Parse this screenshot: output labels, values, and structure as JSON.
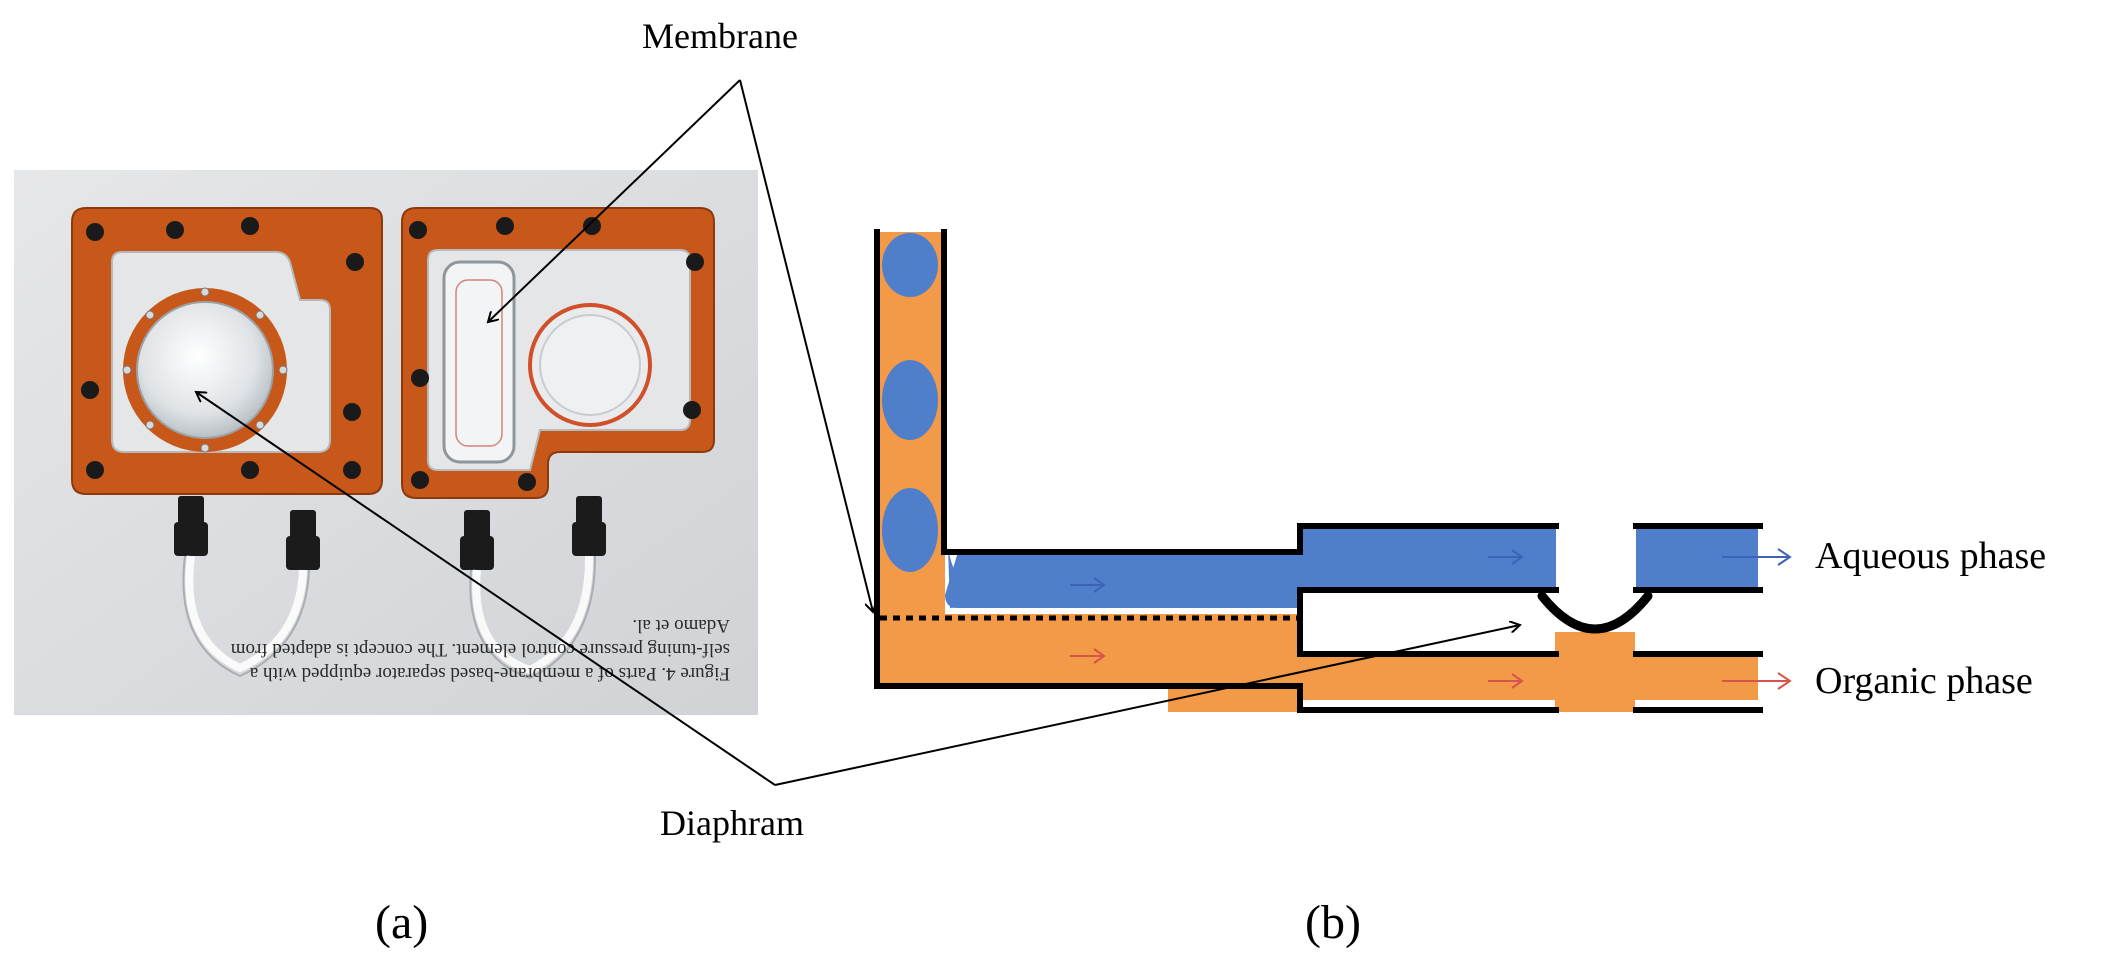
{
  "labels": {
    "membrane": "Membrane",
    "diaphragm": "Diaphram",
    "panel_a": "(a)",
    "panel_b": "(b)",
    "aqueous_phase": "Aqueous phase",
    "organic_phase": "Organic phase"
  },
  "photo": {
    "visible_text_lines": [
      "Figure 4. Parts of a membrane-based separator equipped with a",
      "self-tuning pressure control element. The concept is adapted from",
      "Adamo et al."
    ]
  },
  "colors": {
    "aqueous": "#4f7fcb",
    "organic": "#f39a48",
    "frame_orange": "#c8581a",
    "outline": "#000000"
  }
}
